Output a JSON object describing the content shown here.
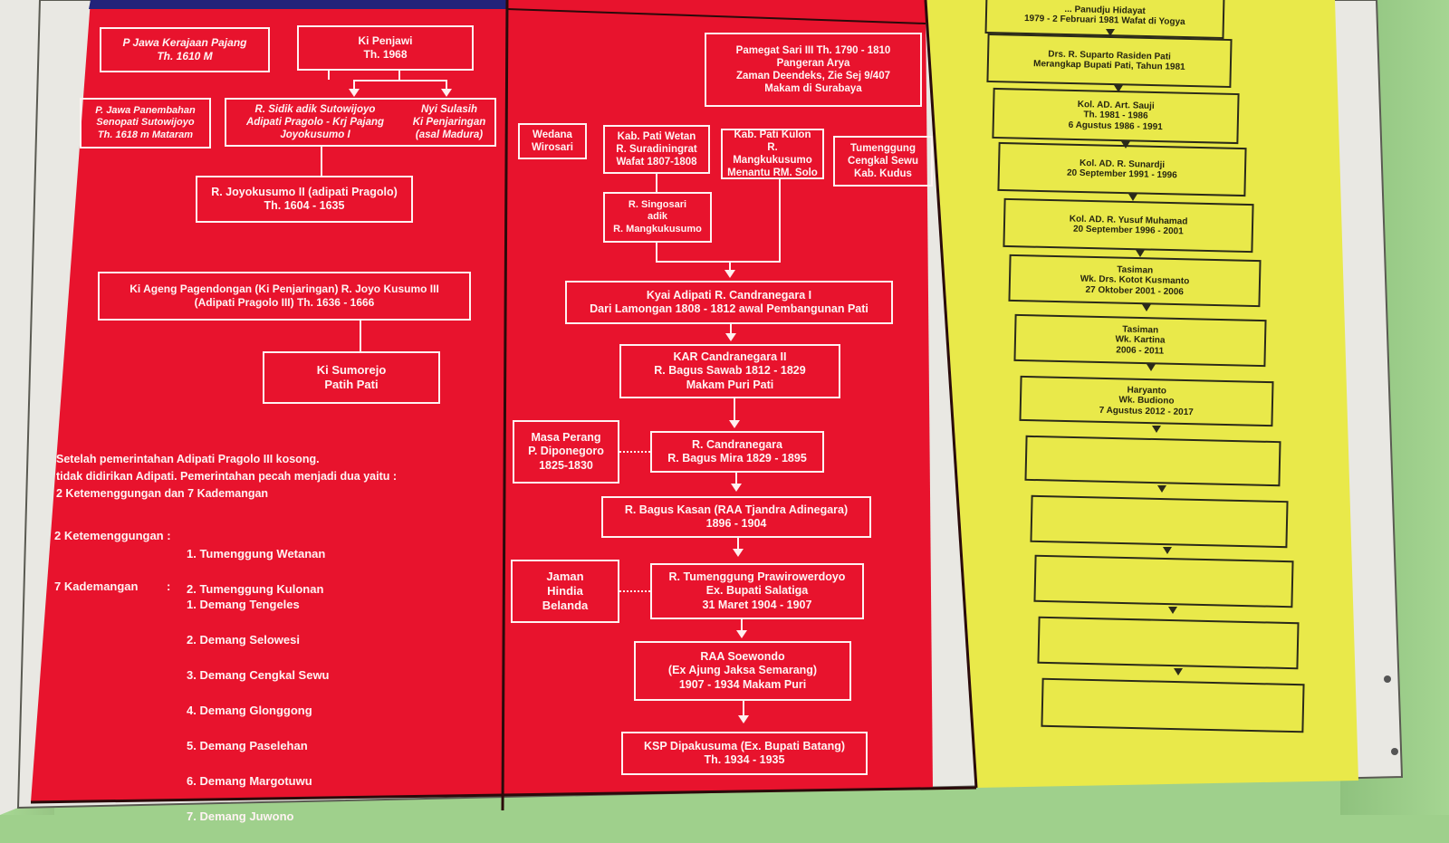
{
  "colors": {
    "red_panel": "#e8132d",
    "yellow_panel": "#e9e94a",
    "top_blue": "#22237a",
    "frame": "#e9e8e3"
  },
  "left": {
    "box1": "P Jawa Kerajaan Pajang\nTh. 1610 M",
    "box2": "Ki Penjawi\nTh. 1968",
    "box3": "P. Jawa Panembahan\nSenopati Sutowijoyo\nTh. 1618 m Mataram",
    "box4a": "R. Sidik adik Sutowijoyo\nAdipati Pragolo - Krj Pajang\nJoyokusumo I",
    "box4b": "Nyi Sulasih\nKi Penjaringan\n(asal Madura)",
    "box5": "R. Joyokusumo II (adipati Pragolo)\nTh. 1604 - 1635",
    "box6": "Ki Ageng Pagendongan (Ki Penjaringan) R. Joyo Kusumo III\n(Adipati Pragolo III) Th. 1636 - 1666",
    "box7": "Ki Sumorejo\nPatih Pati",
    "note1": "Setelah pemerintahan Adipati Pragolo III kosong.\ntidak didirikan Adipati. Pemerintahan pecah menjadi dua yaitu :\n2 Ketemenggungan dan 7 Kademangan",
    "ket_label": "2 Ketemenggungan :",
    "ket_items": [
      "1. Tumenggung Wetanan",
      "2. Tumenggung Kulonan"
    ],
    "kad_label": "7 Kademangan",
    "kad_colon": ":",
    "kad_items": [
      "1. Demang Tengeles",
      "2. Demang Selowesi",
      "3. Demang Cengkal Sewu",
      "4. Demang Glonggong",
      "5. Demang Paselehan",
      "6. Demang Margotuwu",
      "7. Demang Juwono"
    ]
  },
  "middle": {
    "b_pamegat": "Pamegat Sari III Th. 1790 - 1810\nPangeran Arya\nZaman Deendeks, Zie Sej 9/407\nMakam di Surabaya",
    "b_wedana": "Wedana\nWirosari",
    "b_wetan": "Kab. Pati Wetan\nR. Suradiningrat\nWafat 1807-1808",
    "b_kulon": "Kab. Pati Kulon\nR. Mangkukusumo\nMenantu RM. Solo",
    "b_cengkal": "Tumenggung\nCengkal Sewu\nKab. Kudus",
    "b_singosari": "R. Singosari\nadik\nR. Mangkukusumo",
    "b_candra1": "Kyai Adipati R. Candranegara I\nDari Lamongan 1808 - 1812 awal Pembangunan Pati",
    "b_kar": "KAR Candranegara II\nR. Bagus Sawab 1812 - 1829\nMakam Puri Pati",
    "b_perang": "Masa Perang\nP. Diponegoro\n1825-1830",
    "b_candra": "R. Candranegara\nR. Bagus Mira 1829 - 1895",
    "b_kasan": "R. Bagus Kasan (RAA Tjandra Adinegara)\n1896 - 1904",
    "b_hindia": "Jaman\nHindia\nBelanda",
    "b_prawiro": "R. Tumenggung Prawirowerdoyo\nEx. Bupati Salatiga\n31 Maret 1904 - 1907",
    "b_soewondo": "RAA Soewondo\n(Ex Ajung Jaksa Semarang)\n1907 - 1934 Makam Puri",
    "b_ksp": "KSP Dipakusuma (Ex. Bupati Batang)\nTh. 1934 - 1935"
  },
  "right": {
    "y0": "... Panudju Hidayat\n1979 - 2 Februari 1981 Wafat di Yogya",
    "y1": "Drs. R. Suparto Rasiden Pati\nMerangkap Bupati Pati, Tahun 1981",
    "y2": "Kol. AD. Art. Sauji\nTh. 1981 - 1986\n6 Agustus 1986 - 1991",
    "y3": "Kol. AD. R. Sunardji\n20 September 1991 - 1996",
    "y4": "Kol. AD. R. Yusuf Muhamad\n20 September 1996 - 2001",
    "y5": "Tasiman\nWk. Drs. Kotot Kusmanto\n27 Oktober 2001 - 2006",
    "y6": "Tasiman\nWk. Kartina\n2006 - 2011",
    "y7": "Haryanto\nWk. Budiono\n7 Agustus 2012 - 2017"
  }
}
